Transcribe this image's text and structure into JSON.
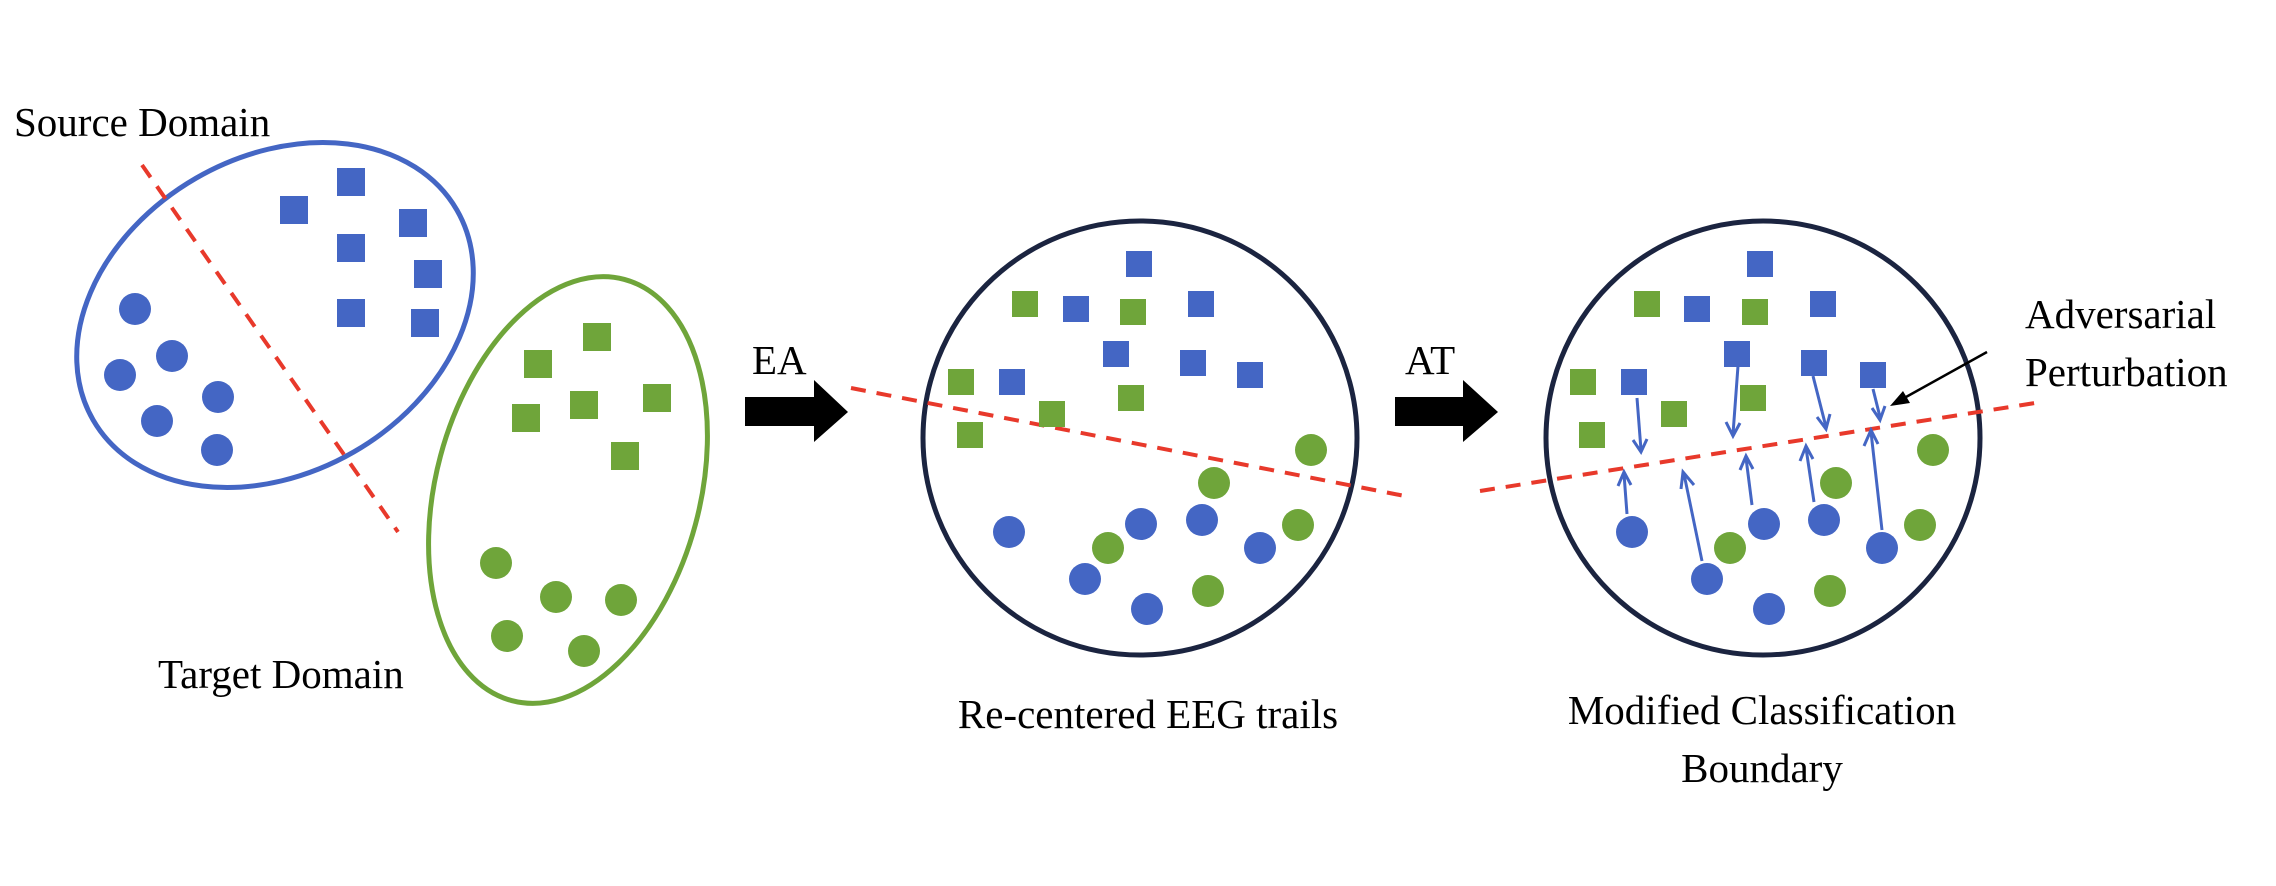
{
  "colors": {
    "source": "#4466c4",
    "target": "#6fa53a",
    "boundary": "#e8392b",
    "circle_outline": "#1b2440",
    "arrow_fill": "#000000",
    "perturbation": "#4466c4"
  },
  "labels": {
    "source_domain": "Source Domain",
    "target_domain": "Target Domain",
    "ea": "EA",
    "at": "AT",
    "recentered": "Re-centered EEG trails",
    "modified_line1": "Modified Classification",
    "modified_line2": "Boundary",
    "adversarial_line1": "Adversarial",
    "adversarial_line2": "Perturbation"
  }
}
